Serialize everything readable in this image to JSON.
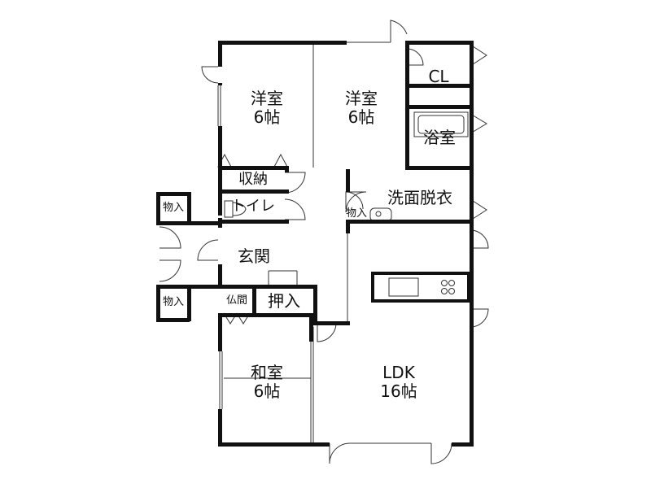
{
  "rooms": {
    "western1": {
      "name": "洋室",
      "size": "6帖"
    },
    "western2": {
      "name": "洋室",
      "size": "6帖"
    },
    "closet": {
      "name": "CL"
    },
    "bath": {
      "name": "浴室"
    },
    "storage": {
      "name": "収納"
    },
    "toilet": {
      "name": "トイレ"
    },
    "washroom": {
      "name": "洗面脱衣"
    },
    "store_small": {
      "name": "物入"
    },
    "store_top": {
      "name": "物入"
    },
    "store_bottom": {
      "name": "物入"
    },
    "entrance": {
      "name": "玄関"
    },
    "altar": {
      "name": "仏間"
    },
    "oshiire": {
      "name": "押入"
    },
    "japanese": {
      "name": "和室",
      "size": "6帖"
    },
    "ldk": {
      "name": "LDK",
      "size": "16帖"
    }
  }
}
